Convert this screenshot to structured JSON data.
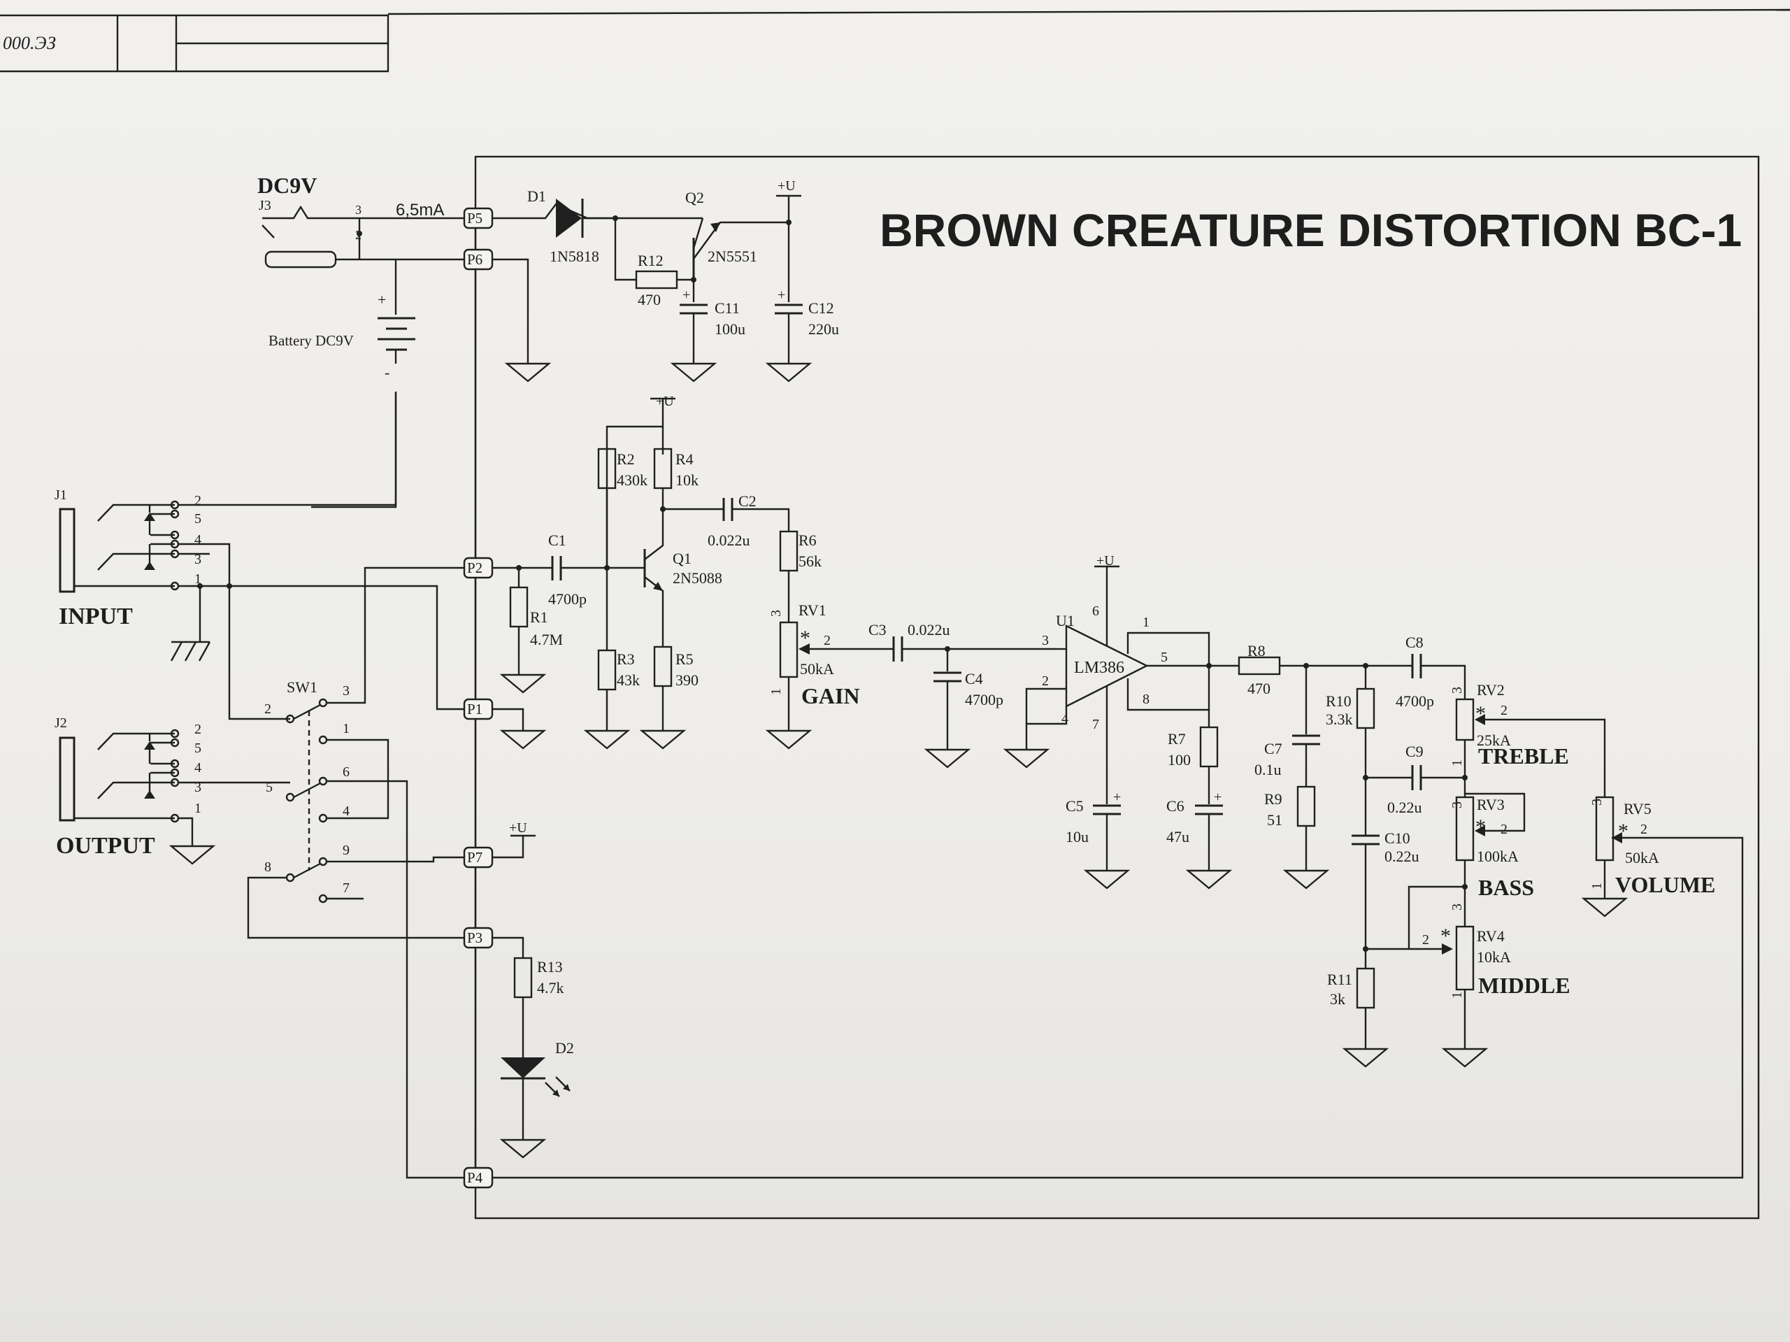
{
  "title": "BROWN CREATURE DISTORTION BC-1",
  "stamp": {
    "code": "000.ЭЗ"
  },
  "power": {
    "label": "DC9V",
    "jack": "J3",
    "current": "6,5mA",
    "battery": "Battery DC9V",
    "plus": "+",
    "minus": "-",
    "pin3": "3",
    "pin2": "2"
  },
  "supply_label": "+U",
  "pads": {
    "P1": "P1",
    "P2": "P2",
    "P3": "P3",
    "P4": "P4",
    "P5": "P5",
    "P6": "P6",
    "P7": "P7"
  },
  "components": {
    "D1": {
      "ref": "D1",
      "value": "1N5818"
    },
    "D2": {
      "ref": "D2"
    },
    "Q1": {
      "ref": "Q1",
      "value": "2N5088"
    },
    "Q2": {
      "ref": "Q2",
      "value": "2N5551"
    },
    "R1": {
      "ref": "R1",
      "value": "4.7M"
    },
    "R2": {
      "ref": "R2",
      "value": "430k"
    },
    "R3": {
      "ref": "R3",
      "value": "43k"
    },
    "R4": {
      "ref": "R4",
      "value": "10k"
    },
    "R5": {
      "ref": "R5",
      "value": "390"
    },
    "R6": {
      "ref": "R6",
      "value": "56k"
    },
    "R7": {
      "ref": "R7",
      "value": "100"
    },
    "R8": {
      "ref": "R8",
      "value": "470"
    },
    "R9": {
      "ref": "R9",
      "value": "51"
    },
    "R10": {
      "ref": "R10",
      "value": "3.3k"
    },
    "R11": {
      "ref": "R11",
      "value": "3k"
    },
    "R12": {
      "ref": "R12",
      "value": "470"
    },
    "R13": {
      "ref": "R13",
      "value": "4.7k"
    },
    "C1": {
      "ref": "C1",
      "value": "4700p"
    },
    "C2": {
      "ref": "C2",
      "value": "0.022u"
    },
    "C3": {
      "ref": "C3",
      "value": "0.022u"
    },
    "C4": {
      "ref": "C4",
      "value": "4700p"
    },
    "C5": {
      "ref": "C5",
      "value": "10u"
    },
    "C6": {
      "ref": "C6",
      "value": "47u"
    },
    "C7": {
      "ref": "C7",
      "value": "0.1u"
    },
    "C8": {
      "ref": "C8",
      "value": "4700p"
    },
    "C9": {
      "ref": "C9",
      "value": "0.22u"
    },
    "C10": {
      "ref": "C10",
      "value": "0.22u"
    },
    "C11": {
      "ref": "C11",
      "value": "100u"
    },
    "C12": {
      "ref": "C12",
      "value": "220u"
    },
    "U1": {
      "ref": "U1",
      "value": "LM386",
      "pins": [
        "1",
        "2",
        "3",
        "4",
        "5",
        "6",
        "7",
        "8"
      ]
    },
    "RV1": {
      "ref": "RV1",
      "value": "50kA",
      "name": "GAIN"
    },
    "RV2": {
      "ref": "RV2",
      "value": "25kA",
      "name": "TREBLE"
    },
    "RV3": {
      "ref": "RV3",
      "value": "100kA",
      "name": "BASS"
    },
    "RV4": {
      "ref": "RV4",
      "value": "10kA",
      "name": "MIDDLE"
    },
    "RV5": {
      "ref": "RV5",
      "value": "50kA",
      "name": "VOLUME"
    }
  },
  "pot_pins": {
    "p1": "1",
    "p2": "2",
    "p3": "3",
    "wiper_mark": "*"
  },
  "jacks": {
    "J1": {
      "ref": "J1",
      "name": "INPUT",
      "pins": [
        "2",
        "5",
        "4",
        "3",
        "1"
      ]
    },
    "J2": {
      "ref": "J2",
      "name": "OUTPUT",
      "pins": [
        "2",
        "5",
        "4",
        "3",
        "1"
      ]
    }
  },
  "switch": {
    "ref": "SW1",
    "pins": [
      "1",
      "2",
      "3",
      "4",
      "5",
      "6",
      "7",
      "8",
      "9"
    ]
  }
}
